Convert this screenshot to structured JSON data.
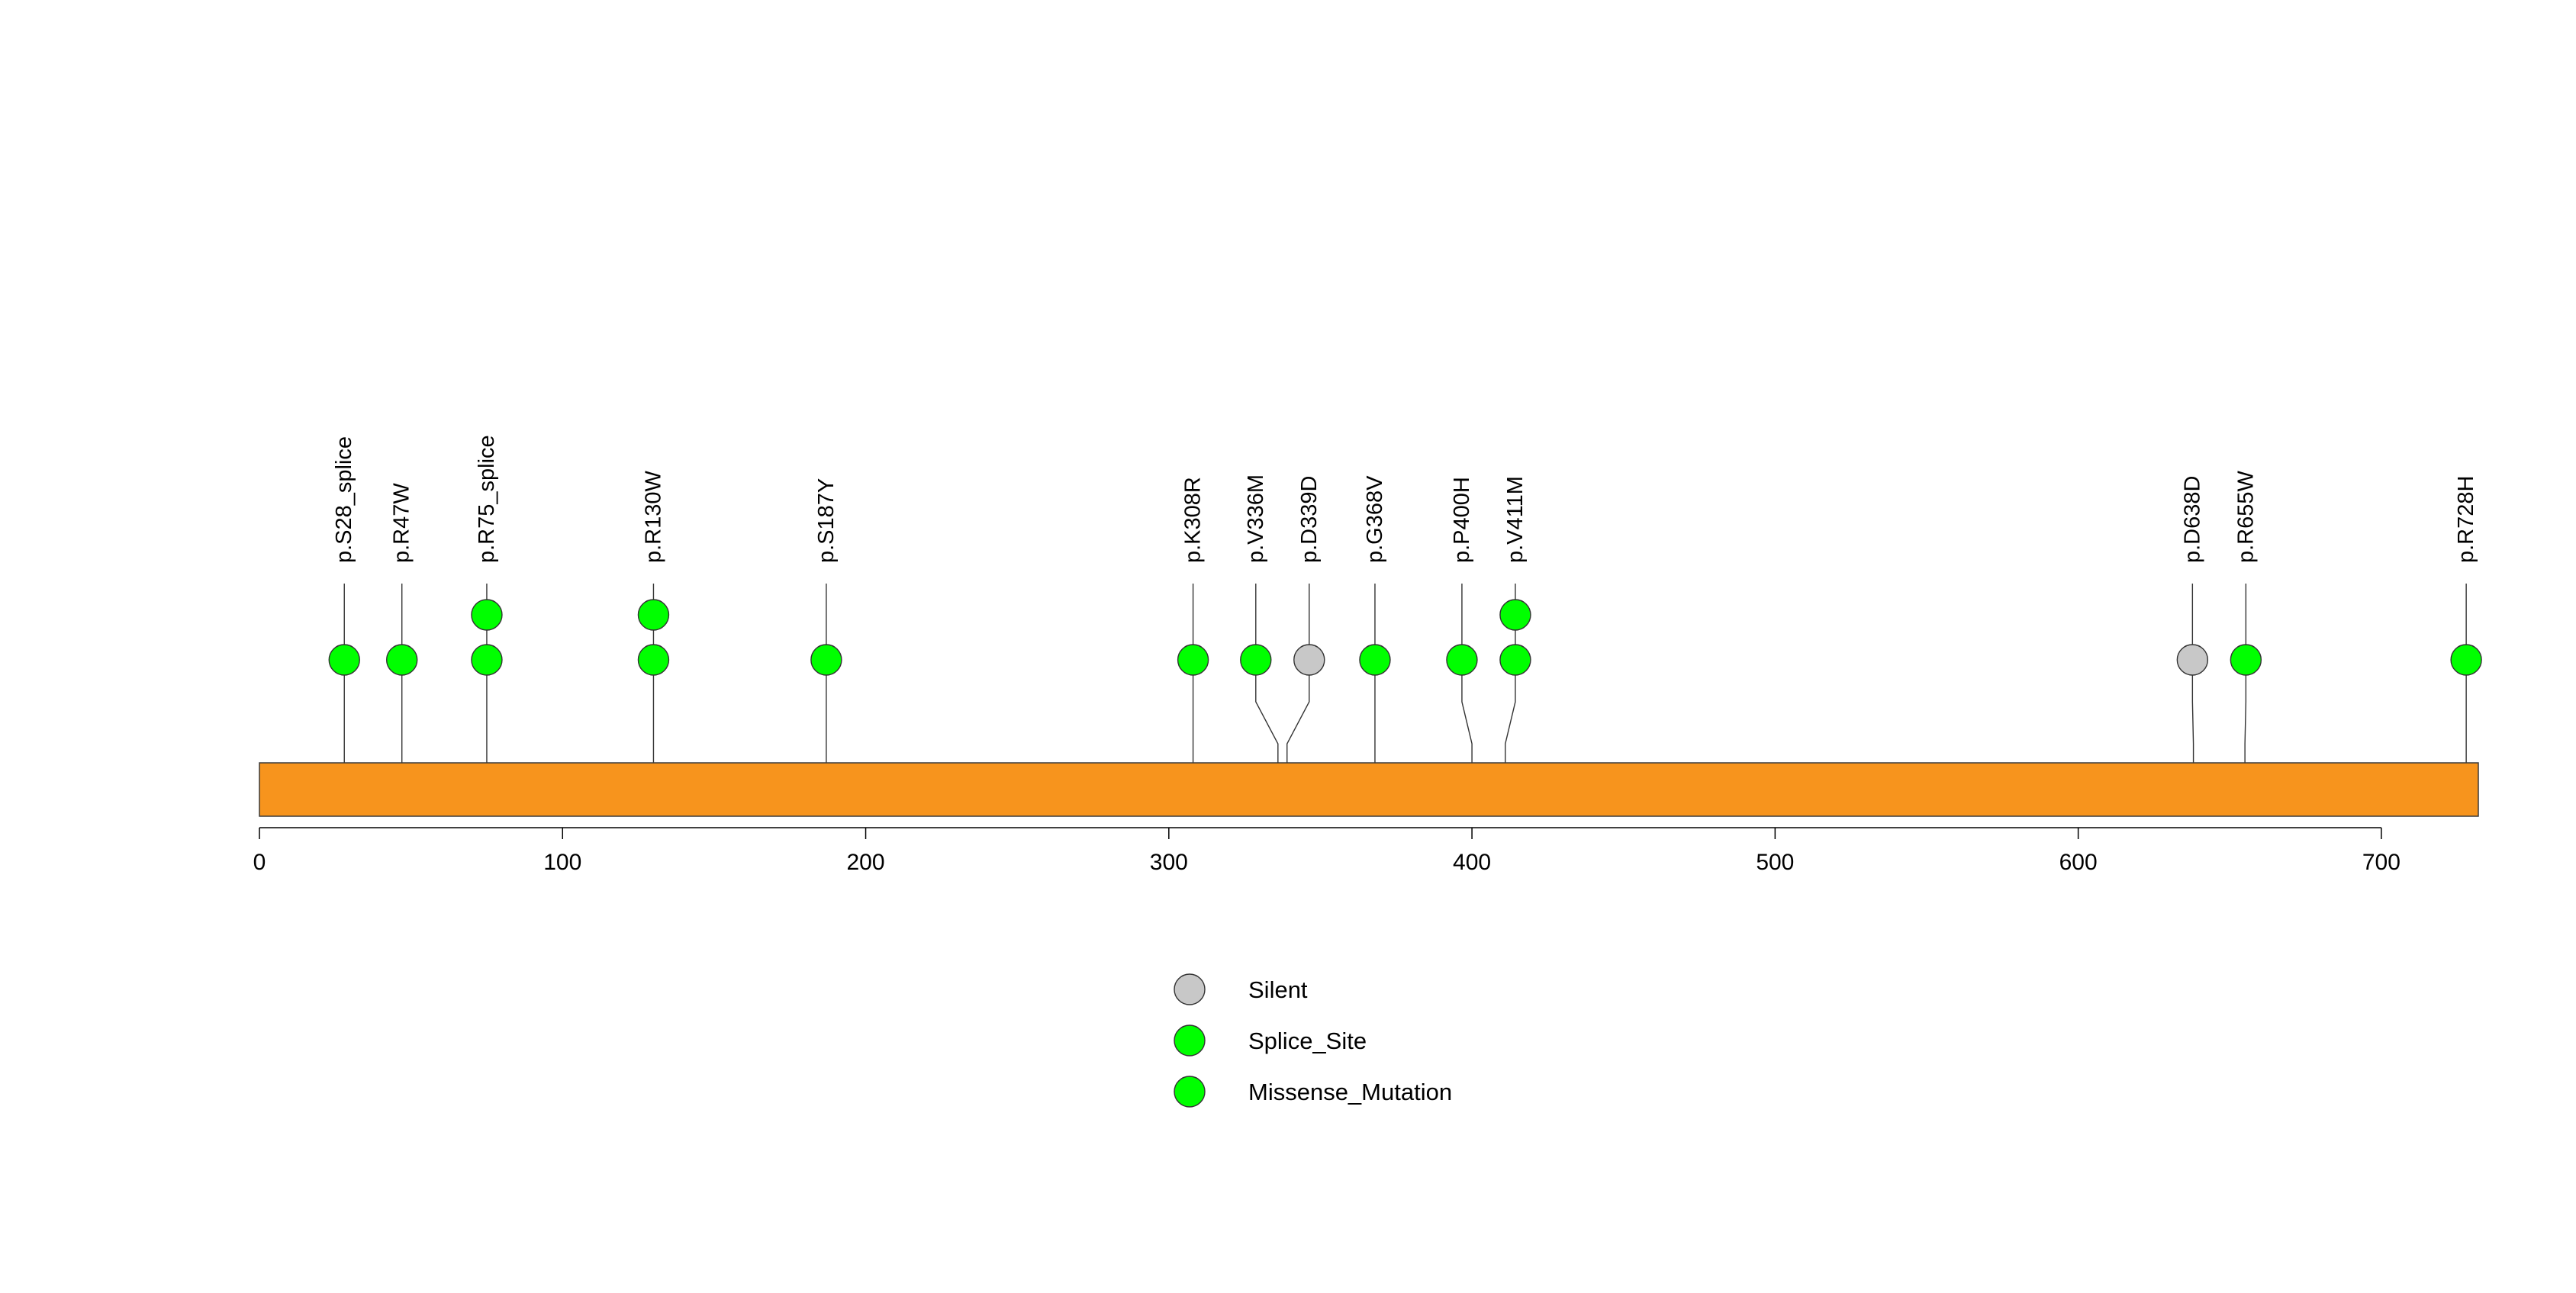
{
  "chart_data": {
    "type": "lollipop",
    "protein_length": 732,
    "xlim": [
      0,
      732
    ],
    "x_ticks": [
      0,
      100,
      200,
      300,
      400,
      500,
      600,
      700
    ],
    "domain_color": "#F7941D",
    "mutations": [
      {
        "label": "p.S28_splice",
        "position": 28,
        "count": 1,
        "types": [
          "Splice_Site"
        ]
      },
      {
        "label": "p.R47W",
        "position": 47,
        "count": 1,
        "types": [
          "Missense_Mutation"
        ]
      },
      {
        "label": "p.R75_splice",
        "position": 75,
        "count": 2,
        "types": [
          "Splice_Site",
          "Splice_Site"
        ]
      },
      {
        "label": "p.R130W",
        "position": 130,
        "count": 2,
        "types": [
          "Missense_Mutation",
          "Missense_Mutation"
        ]
      },
      {
        "label": "p.S187Y",
        "position": 187,
        "count": 1,
        "types": [
          "Missense_Mutation"
        ]
      },
      {
        "label": "p.K308R",
        "position": 308,
        "count": 1,
        "types": [
          "Missense_Mutation"
        ]
      },
      {
        "label": "p.V336M",
        "position": 336,
        "count": 1,
        "types": [
          "Missense_Mutation"
        ]
      },
      {
        "label": "p.D339D",
        "position": 339,
        "count": 1,
        "types": [
          "Silent"
        ]
      },
      {
        "label": "p.G368V",
        "position": 368,
        "count": 1,
        "types": [
          "Missense_Mutation"
        ]
      },
      {
        "label": "p.P400H",
        "position": 400,
        "count": 1,
        "types": [
          "Missense_Mutation"
        ]
      },
      {
        "label": "p.V411M",
        "position": 411,
        "count": 2,
        "types": [
          "Missense_Mutation",
          "Missense_Mutation"
        ]
      },
      {
        "label": "p.D638D",
        "position": 638,
        "count": 1,
        "types": [
          "Silent"
        ]
      },
      {
        "label": "p.R655W",
        "position": 655,
        "count": 1,
        "types": [
          "Missense_Mutation"
        ]
      },
      {
        "label": "p.R728H",
        "position": 728,
        "count": 1,
        "types": [
          "Missense_Mutation"
        ]
      }
    ],
    "legend": [
      {
        "label": "Silent",
        "color": "#C8C8C8"
      },
      {
        "label": "Splice_Site",
        "color": "#00FF00"
      },
      {
        "label": "Missense_Mutation",
        "color": "#00FF00"
      }
    ],
    "colors": {
      "Silent": "#C8C8C8",
      "Splice_Site": "#00FF00",
      "Missense_Mutation": "#00FF00"
    }
  }
}
